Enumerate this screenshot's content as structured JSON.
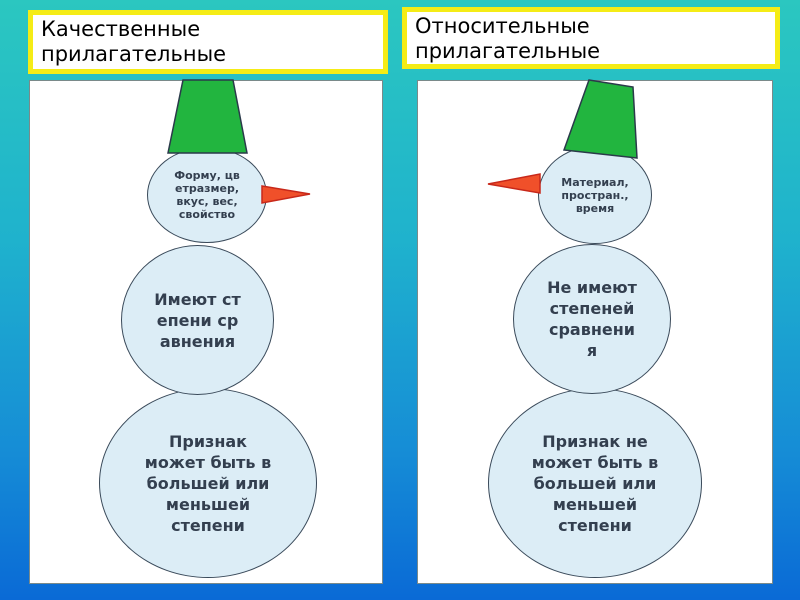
{
  "left": {
    "title": "Качественные прилагательные",
    "head": "Форму, цветразмер, вкус, вес, свойство",
    "middle": "Имеют степени сравнения",
    "bottom": "Признак может быть в большей или меньшей степени"
  },
  "right": {
    "title": "Относительные прилагательные",
    "head": "Материал, простран.,время",
    "middle": "Не имеют степеней сравнения",
    "bottom": "Признак не может быть в большей или меньшей степени"
  },
  "colors": {
    "hat": "#22b53f",
    "nose": "#f0502a",
    "frame": "#f5ec16",
    "snow": "#dcedf6"
  }
}
